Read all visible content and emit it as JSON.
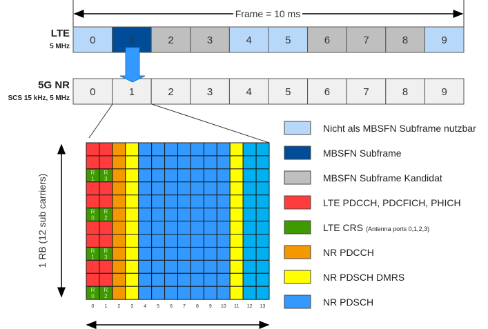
{
  "frame_label": "Frame = 10 ms",
  "lte": {
    "title": "LTE",
    "subtitle": "5 MHz",
    "subframes": [
      {
        "n": "0",
        "type": "not_mbsfn"
      },
      {
        "n": "1",
        "type": "mbsfn"
      },
      {
        "n": "2",
        "type": "candidate"
      },
      {
        "n": "3",
        "type": "candidate"
      },
      {
        "n": "4",
        "type": "not_mbsfn"
      },
      {
        "n": "5",
        "type": "not_mbsfn"
      },
      {
        "n": "6",
        "type": "candidate"
      },
      {
        "n": "7",
        "type": "candidate"
      },
      {
        "n": "8",
        "type": "candidate"
      },
      {
        "n": "9",
        "type": "not_mbsfn"
      }
    ]
  },
  "nr": {
    "title": "5G NR",
    "subtitle": "SCS 15 kHz, 5 MHz",
    "subframes": [
      "0",
      "1",
      "2",
      "3",
      "4",
      "5",
      "6",
      "7",
      "8",
      "9"
    ]
  },
  "grid": {
    "y_axis_label": "1 RB (12 sub carriers)",
    "symbols": [
      "0",
      "1",
      "2",
      "3",
      "4",
      "5",
      "6",
      "7",
      "8",
      "9",
      "10",
      "11",
      "12",
      "13"
    ],
    "crs_labels": {
      "2": [
        "R 1",
        "R 3"
      ],
      "5": [
        "R 0",
        "R 2"
      ],
      "8": [
        "R 1",
        "R 3"
      ],
      "11": [
        "R 0",
        "R 2"
      ]
    }
  },
  "colors": {
    "not_mbsfn": "#b8d8fa",
    "mbsfn": "#004c99",
    "candidate": "#bfbfbf",
    "lte_pdcch": "#ff3b3b",
    "lte_crs": "#3f9a00",
    "nr_pdcch": "#f39800",
    "nr_dmrs": "#ffff00",
    "nr_pdsch": "#3399ff",
    "nr_pdsch_alt": "#00b0f0",
    "nr_cell": "#f0f0f0"
  },
  "legend": [
    {
      "label": "Nicht als MBSFN Subframe nutzbar",
      "color": "not_mbsfn"
    },
    {
      "label": "MBSFN Subframe",
      "color": "mbsfn"
    },
    {
      "label": "MBSFN Subframe Kandidat",
      "color": "candidate"
    },
    {
      "label": "LTE PDCCH, PDCFICH, PHICH",
      "color": "lte_pdcch"
    },
    {
      "label": "LTE CRS",
      "note": "(Antenna ports 0,1,2,3)",
      "color": "lte_crs"
    },
    {
      "label": "NR PDCCH",
      "color": "nr_pdcch"
    },
    {
      "label": "NR PDSCH DMRS",
      "color": "nr_dmrs"
    },
    {
      "label": "NR PDSCH",
      "color": "nr_pdsch"
    }
  ]
}
